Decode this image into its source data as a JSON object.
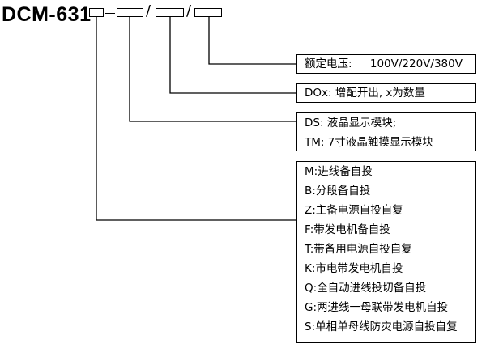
{
  "model": {
    "prefix": "DCM-631",
    "separator": "/"
  },
  "options": {
    "voltage": {
      "label": "额定电压:",
      "value": "100V/220V/380V"
    },
    "outputs": {
      "text": "DOx: 增配开出, x为数量"
    },
    "display": [
      "DS: 液晶显示模块;",
      "TM: 7寸液晶触摸显示模块"
    ],
    "functions": [
      "M:进线备自投",
      "B:分段备自投",
      "Z:主备电源自投自复",
      "F:带发电机备自投",
      "T:带备用电源自投自复",
      "K:市电带发电机自投",
      "Q:全自动进线投切备自投",
      "G:两进线一母联带发电机自投",
      "S:单相单母线防灾电源自投自复"
    ]
  }
}
